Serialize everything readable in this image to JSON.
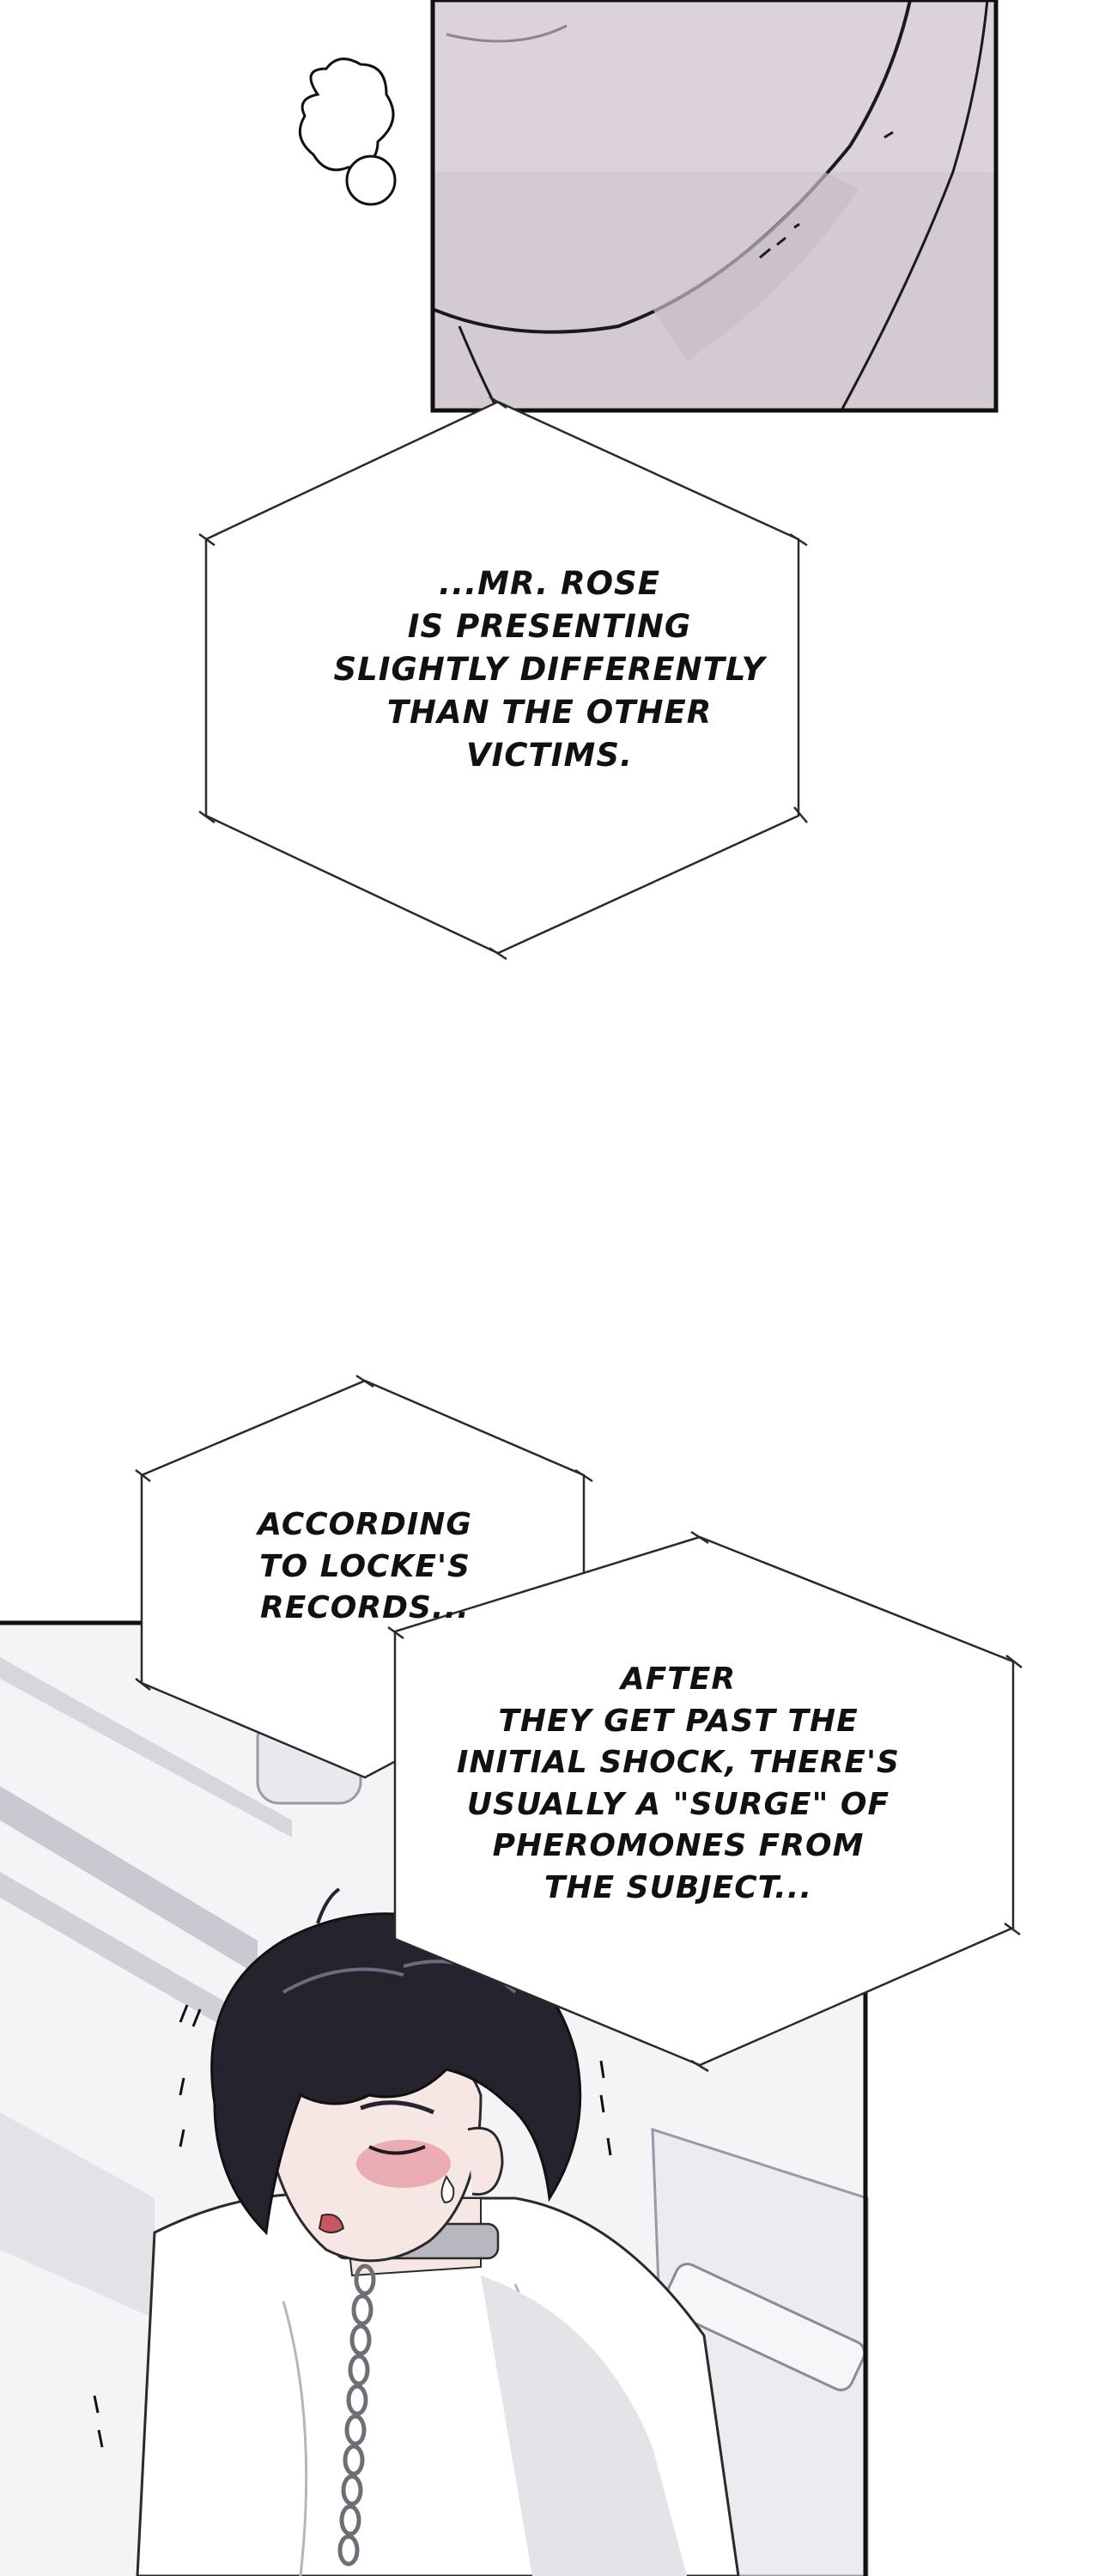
{
  "page": {
    "background": "#ffffff"
  },
  "colors": {
    "panel_tint": "#dcd2da",
    "ink": "#111111",
    "hair": "#25232e",
    "skin": "#f6e7e4",
    "blush": "#e79aa3",
    "shirt_shadow": "#e4e3e8",
    "collar": "#b8b7bf",
    "chain": "#9d9ca3",
    "wall_grey": "#d6d6dc"
  },
  "panels": {
    "top_panel": {
      "description_icon": "chin-closeup"
    },
    "bottom_panel": {
      "description_icon": "character-collared-sleeping"
    }
  },
  "captions": {
    "caption_1": {
      "lines": [
        "...MR. ROSE",
        "IS PRESENTING",
        "SLIGHTLY DIFFERENTLY",
        "THAN THE OTHER",
        "VICTIMS."
      ]
    },
    "caption_2": {
      "lines": [
        "ACCORDING",
        "TO LOCKE'S",
        "RECORDS..."
      ]
    },
    "caption_3": {
      "lines": [
        "AFTER",
        "THEY GET PAST THE",
        "INITIAL SHOCK, THERE'S",
        "USUALLY A \"SURGE\" OF",
        "PHEROMONES FROM",
        "THE SUBJECT..."
      ]
    }
  }
}
